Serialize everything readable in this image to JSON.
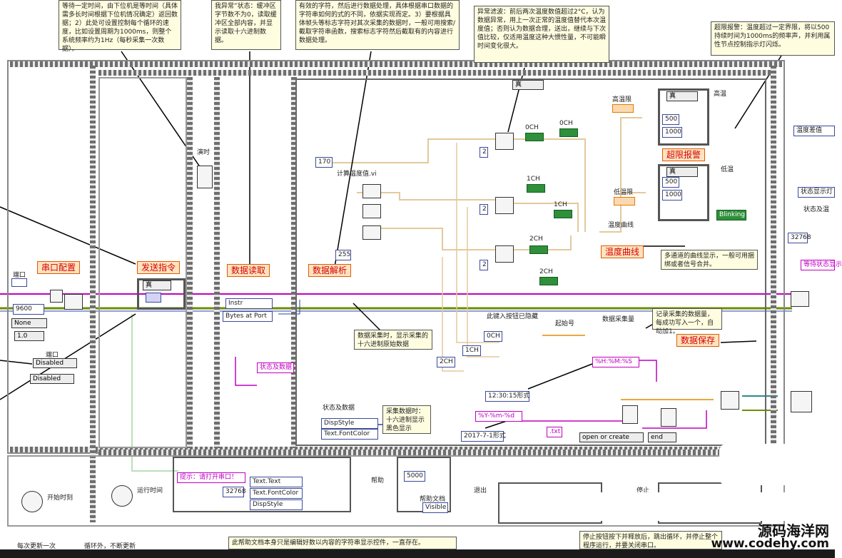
{
  "notes": {
    "top_left": "等待一定时间，由下位机是等时间（具体需多长时间根据下位机情况确定）返回数据；2）此处可设置控制每个循环的速度，比如设置周期为1000ms，则整个系统频率约为1Hz（每秒采集一次数据）。",
    "top_mid": "我异常”状态：缓冲区字节数不为0，读取缓冲区全部内容，并显示读取十六进制数据。",
    "top_center": "有效的字符，然后进行数据处理，具体根据串口数据的字符串如何的式的不同，依据实现而定。3）要根据具体帧头等标志字符对其次采集的数据时，一般可用搜索/截取字符串函数，搜索标志字符然后截取有的内容进行数据处理。",
    "temp_filter": "异常滤波：前后两次温度数值超过2°C，认为数据异常，用上一次正常的温度值替代本次温度值；否则认为数据合理，送出，继续与下次值比较，仅适用温度这种大惯性量，不可能瞬时间变化很大。",
    "over_limit": "超限报警：温度超过一定界限，将以500持续时间为1000ms的频率声，并利用属性节点控制指示灯闪烁。",
    "chart": "多通道的曲线显示，一般可用捆绑或者信号合并。",
    "hex_display": "数据采集时，显示采集的十六进制原始数据",
    "save": "记录采集的数据量，每成功写入一个，自动加1。",
    "sample_color": "采集数据时：十六进制显示黑色显示",
    "bottom_mid": "此帮助文档本身只是编辑好数以内容的字符串显示控件，一直存在。",
    "bottom_right": "停止按钮按下并释放后，跳出循环，并停止整个程序运行，并要关闭串口。"
  },
  "labels": {
    "serial_config": "串口配置",
    "send_cmd": "发送指令",
    "data_read": "数据读取",
    "data_parse": "数据解析",
    "over_alarm": "超限报警",
    "temp_curve": "温度曲线",
    "data_save": "数据保存",
    "delay": "演时",
    "port": "端口",
    "port2": "端口",
    "baud": "9600",
    "parity": "None",
    "stop_bits": "1.0",
    "disabled": "Disabled",
    "instr": "Instr",
    "bytes_at_port": "Bytes at Port",
    "status_data": "状态及数据",
    "status_data2": "状态及数据",
    "disp_style": "DispStyle",
    "text_font_color": "Text.FontColor",
    "calc_temp_vi": "计算温度值.vi",
    "ch0": "0CH",
    "ch0b": "0CH",
    "ch1": "1CH",
    "ch1b": "1CH",
    "ch2": "2CH",
    "ch2b": "2CH",
    "high_temp": "高温限",
    "low_temp": "低温限",
    "high_warn": "高温",
    "low_warn": "低温",
    "blinking": "Blinking",
    "temp_curve_ind": "温度曲线",
    "num_170": "170",
    "num_255": "255",
    "num_2": "2",
    "num_500": "500",
    "num_1000": "1000",
    "num_5000": "5000",
    "num_32768": "32768",
    "true_case": "真",
    "time_format": "%H:%M:%S",
    "date_format": "%Y-%m-%d",
    "time_example": "12:30:15形式",
    "date_example": "2017-7-1形式",
    "open_or_create": "open or create",
    "end": "end",
    "txt_ext": ".txt",
    "data_count": "数据采集量",
    "start_count": "起始号",
    "prompt_btn": "此键入按钮已隐藏",
    "prompt_open": "提示：请打开串口！",
    "text_text": "Text.Text",
    "visible": "Visible",
    "help": "帮助",
    "help_doc": "帮助文档",
    "run_time": "运行时间",
    "start_time": "开始时刻",
    "exit": "退出",
    "stop": "停止",
    "temp_diff": "温度差值",
    "status_disp": "状态显示灯",
    "status_temp": "状态及温",
    "wait_status": "等待状态显示",
    "bl_start": "每次更新一次",
    "bl_loop": "循环外，不断更新"
  },
  "watermark": {
    "cn": "源码海洋网",
    "url": "www.codehy.com"
  },
  "colors": {
    "wire_pink": "#c000c0",
    "wire_orange": "#e38a00",
    "wire_blue": "#2b40b0",
    "wire_green": "#6b8e00",
    "label_red": "#d60000"
  }
}
